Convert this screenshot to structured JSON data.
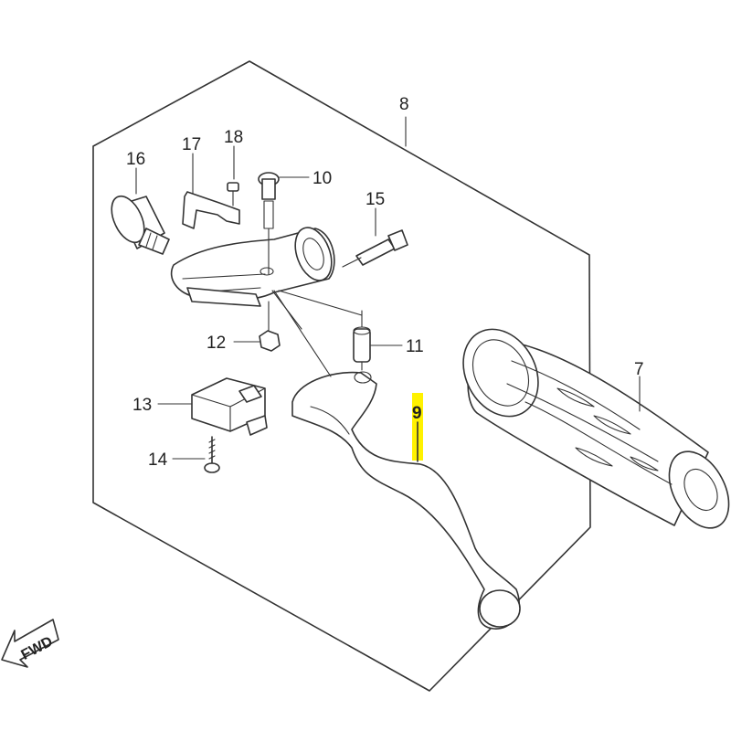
{
  "callouts": {
    "c7": "7",
    "c8": "8",
    "c9": "9",
    "c10": "10",
    "c11": "11",
    "c12": "12",
    "c13": "13",
    "c14": "14",
    "c15": "15",
    "c16": "16",
    "c17": "17",
    "c18": "18"
  },
  "highlight": {
    "part": "9",
    "color": "#fff200"
  },
  "direction": {
    "label": "FWD"
  }
}
